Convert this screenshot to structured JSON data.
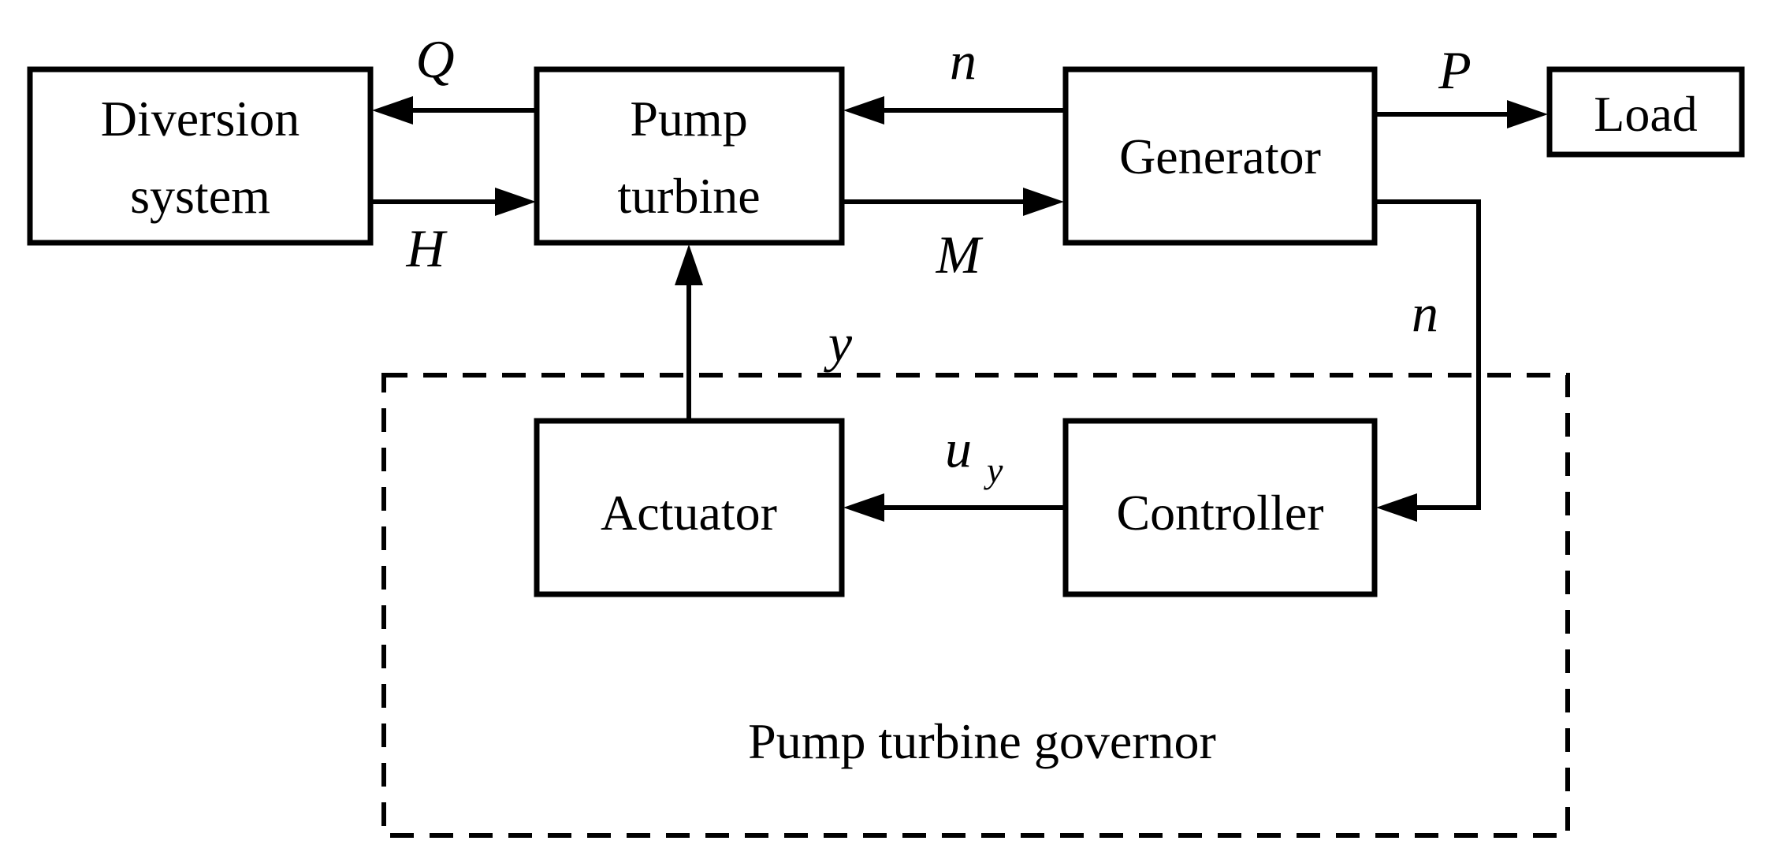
{
  "blocks": {
    "diversion": {
      "line1": "Diversion",
      "line2": "system"
    },
    "pump_turbine": {
      "line1": "Pump",
      "line2": "turbine"
    },
    "generator": {
      "label": "Generator"
    },
    "load": {
      "label": "Load"
    },
    "actuator": {
      "label": "Actuator"
    },
    "controller": {
      "label": "Controller"
    }
  },
  "signals": {
    "Q": "Q",
    "H": "H",
    "n_top": "n",
    "M": "M",
    "P": "P",
    "n_right": "n",
    "y": "y",
    "u": "u",
    "u_sub": "y"
  },
  "governor": {
    "label": "Pump turbine governor"
  }
}
